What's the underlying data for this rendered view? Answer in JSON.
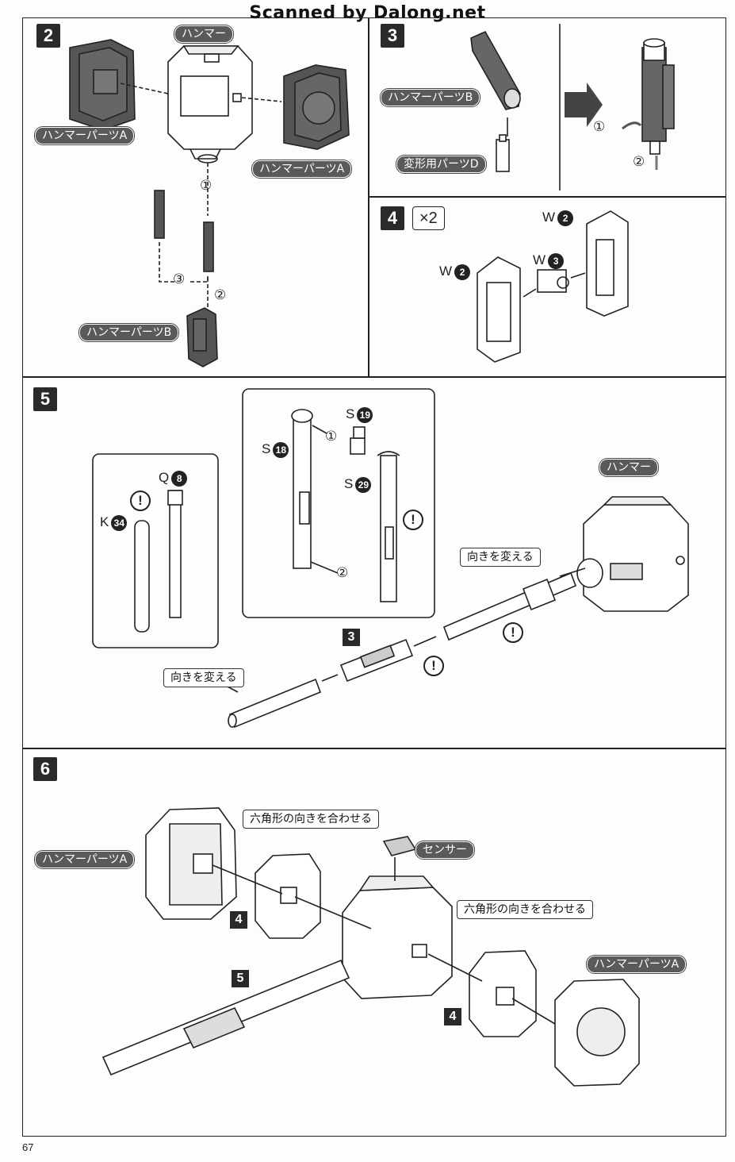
{
  "watermark": "Scanned by Dalong.net",
  "page_number": "67",
  "step2": {
    "num": "2",
    "hammer": "ハンマー",
    "partA_left": "ハンマーパーツA",
    "partA_right": "ハンマーパーツA",
    "partB": "ハンマーパーツB",
    "circ1": "①",
    "circ2": "②",
    "circ3": "③"
  },
  "step3": {
    "num": "3",
    "partB": "ハンマーパーツB",
    "partD": "変形用パーツD",
    "circ1": "①",
    "circ2": "②"
  },
  "step4": {
    "num": "4",
    "multiplier": "×2",
    "w_top": "W",
    "w_top_n": "2",
    "w_mid": "W",
    "w_mid_n": "3",
    "w_left": "W",
    "w_left_n": "2"
  },
  "step5": {
    "num": "5",
    "hammer": "ハンマー",
    "s19": "S",
    "s19_n": "19",
    "s18": "S",
    "s18_n": "18",
    "s29": "S",
    "s29_n": "29",
    "q8": "Q",
    "q8_n": "8",
    "k34": "K",
    "k34_n": "34",
    "circ1": "①",
    "circ2": "②",
    "turn_label_1": "向きを変える",
    "turn_label_2": "向きを変える",
    "ref3": "3",
    "caution": "!"
  },
  "step6": {
    "num": "6",
    "partA_left": "ハンマーパーツA",
    "partA_right": "ハンマーパーツA",
    "hex_align_1": "六角形の向きを合わせる",
    "hex_align_2": "六角形の向きを合わせる",
    "sensor": "センサー",
    "ref4_left": "4",
    "ref4_right": "4",
    "ref5": "5"
  }
}
